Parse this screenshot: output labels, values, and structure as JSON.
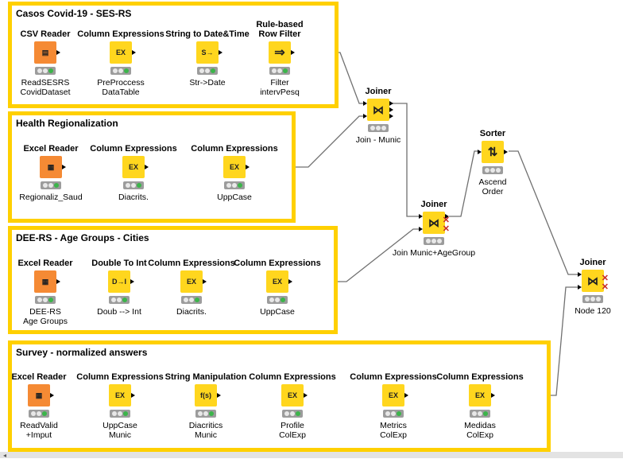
{
  "annotations": [
    {
      "id": "a1",
      "title": "Casos Covid-19 - SES-RS"
    },
    {
      "id": "a2",
      "title": "Health Regionalization"
    },
    {
      "id": "a3",
      "title": "DEE-RS - Age Groups - Cities"
    },
    {
      "id": "a4",
      "title": "Survey - normalized answers"
    }
  ],
  "nodes": [
    {
      "id": "n1",
      "title": "CSV Reader",
      "label": "ReadSESRS\nCovidDataset",
      "color": "orange",
      "glyph": "csv",
      "status": "green"
    },
    {
      "id": "n2",
      "title": "Column Expressions",
      "label": "PreProccess\nDataTable",
      "color": "yellow",
      "glyph": "expr",
      "status": "green"
    },
    {
      "id": "n3",
      "title": "String to Date&Time",
      "label": "Str->Date",
      "color": "yellow",
      "glyph": "date",
      "status": "green"
    },
    {
      "id": "n4",
      "title": "Rule-based\nRow Filter",
      "label": "Filter\nintervPesq",
      "color": "yellow",
      "glyph": "rule",
      "status": "green"
    },
    {
      "id": "n5",
      "title": "Excel Reader",
      "label": "Regionaliz_Saud",
      "color": "orange",
      "glyph": "xls",
      "status": "green"
    },
    {
      "id": "n6",
      "title": "Column Expressions",
      "label": "Diacrits.",
      "color": "yellow",
      "glyph": "expr",
      "status": "green"
    },
    {
      "id": "n7",
      "title": "Column Expressions",
      "label": "UppCase",
      "color": "yellow",
      "glyph": "expr",
      "status": "green"
    },
    {
      "id": "n8",
      "title": "Joiner",
      "label": "Join - Munic",
      "color": "yellow",
      "glyph": "join",
      "status": "gray"
    },
    {
      "id": "n9",
      "title": "Excel Reader",
      "label": "DEE-RS\nAge Groups",
      "color": "orange",
      "glyph": "xls",
      "status": "green"
    },
    {
      "id": "n10",
      "title": "Double To Int",
      "label": "Doub --> Int",
      "color": "yellow",
      "glyph": "dint",
      "status": "green"
    },
    {
      "id": "n11",
      "title": "Column Expressions",
      "label": "Diacrits.",
      "color": "yellow",
      "glyph": "expr",
      "status": "green"
    },
    {
      "id": "n12",
      "title": "Column Expressions",
      "label": "UppCase",
      "color": "yellow",
      "glyph": "expr",
      "status": "green"
    },
    {
      "id": "n13",
      "title": "Joiner",
      "label": "Join Munic+AgeGroup",
      "color": "yellow",
      "glyph": "join",
      "status": "gray",
      "warn": true
    },
    {
      "id": "n14",
      "title": "Sorter",
      "label": "Ascend\nOrder",
      "color": "yellow",
      "glyph": "sort",
      "status": "gray"
    },
    {
      "id": "n15",
      "title": "Joiner",
      "label": "Node 120",
      "color": "yellow",
      "glyph": "join",
      "status": "gray",
      "warn": true
    },
    {
      "id": "n16",
      "title": "Excel Reader",
      "label": "ReadValid\n+Imput",
      "color": "orange",
      "glyph": "xls",
      "status": "green"
    },
    {
      "id": "n17",
      "title": "Column Expressions",
      "label": "UppCase\nMunic",
      "color": "yellow",
      "glyph": "expr",
      "status": "green"
    },
    {
      "id": "n18",
      "title": "String Manipulation",
      "label": "Diacritics\nMunic",
      "color": "yellow",
      "glyph": "fs",
      "status": "green"
    },
    {
      "id": "n19",
      "title": "Column Expressions",
      "label": "Profile\nColExp",
      "color": "yellow",
      "glyph": "expr",
      "status": "green"
    },
    {
      "id": "n20",
      "title": "Column Expressions",
      "label": "Metrics\nColExp",
      "color": "yellow",
      "glyph": "expr",
      "status": "green"
    },
    {
      "id": "n21",
      "title": "Column Expressions",
      "label": "Medidas\nColExp",
      "color": "yellow",
      "glyph": "expr",
      "status": "green"
    }
  ],
  "glyph_text": {
    "expr": "EX",
    "fs": "f(s)",
    "dint": "D→I",
    "date": "S→",
    "rule": "⇒",
    "sort": "⇅",
    "join": "⋈",
    "csv": "▤",
    "xls": "▦"
  },
  "colors": {
    "annotation_border": "#ffd000",
    "reader": "#f58a34",
    "manipulator": "#ffd61e",
    "ok": "#3bb54a",
    "warn": "#c62828"
  }
}
